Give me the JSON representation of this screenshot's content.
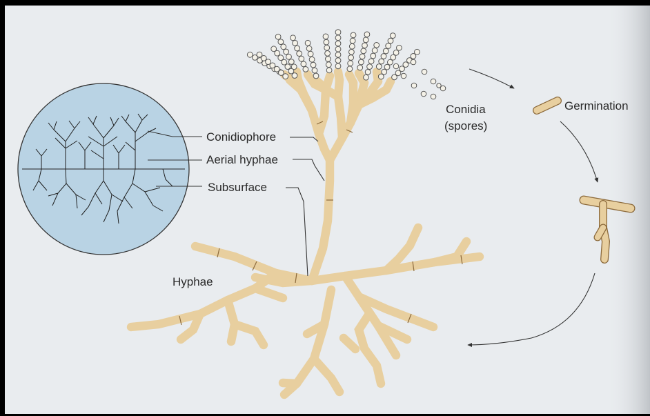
{
  "labels": {
    "conidiophore": "Conidiophore",
    "aerial_hyphae": "Aerial hyphae",
    "subsurface": "Subsurface",
    "conidia_line1": "Conidia",
    "conidia_line2": "(spores)",
    "germination": "Germination",
    "hyphae": "Hyphae"
  },
  "colors": {
    "frame": "#000000",
    "background": "#e9ecef",
    "hypha_fill": "#e8cf9f",
    "hypha_outline": "#8c6a3c",
    "circle_fill": "#b9d3e4",
    "circle_outline": "#333333"
  }
}
